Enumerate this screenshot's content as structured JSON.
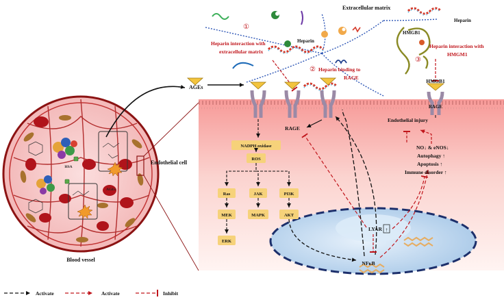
{
  "labels": {
    "extracellular_matrix": "Extracellular matrix",
    "heparin_top": "Heparin",
    "heparin_right": "Heparin",
    "hmgb1_top": "HMGB1",
    "hmgb1_receptor": "HMGB1",
    "rage_right": "RAGE",
    "rage_center": "RAGE",
    "ages": "AGEs",
    "endothelial_cell": "Endothelial cell",
    "blood_vessel": "Blood vessel",
    "hsa": "HSA",
    "ages_small": "AGEs",
    "nadph": "NADPH oxidase",
    "ros": "ROS",
    "ras": "Ras",
    "jak": "JAK",
    "pi3k": "PI3K",
    "mek": "MEK",
    "mapk": "MAPK",
    "akt": "AKT",
    "erk": "ERK",
    "lyar": "LYAR",
    "lyar_arrow": "↑",
    "nfkb": "NFκB",
    "endothelial_injury": "Endothelial injury",
    "no_enos": "NO↓ & eNOS↓",
    "autophagy": "Autophagy ↑",
    "apoptosis": "Apoptosis ↑",
    "immune_disorder": "Immune disorder ↑"
  },
  "annotations": {
    "a1_num": "①",
    "a1_line1": "Heparin interaction with",
    "a1_line2": "extracellular matrix",
    "a2_num": "②",
    "a2_line1": "Heparin binding to",
    "a2_line2": "RAGE",
    "a3_num": "③",
    "a3_line1": "Heparin interaction with",
    "a3_line2": "HMGM1"
  },
  "legend": {
    "activate_black": "Activate",
    "activate_red": "Activate",
    "inhibit": "Inhibit"
  },
  "colors": {
    "annotation_red": "#c0151b",
    "kinase_fill": "#f6d27a",
    "receptor": "#9b8aa6",
    "ligand": "#f3c43e",
    "cell_top": "#f8a8a6",
    "nucleus": "#bcd6ee",
    "vessel_fill": "#f7c9c9",
    "rbc": "#b0141b"
  }
}
